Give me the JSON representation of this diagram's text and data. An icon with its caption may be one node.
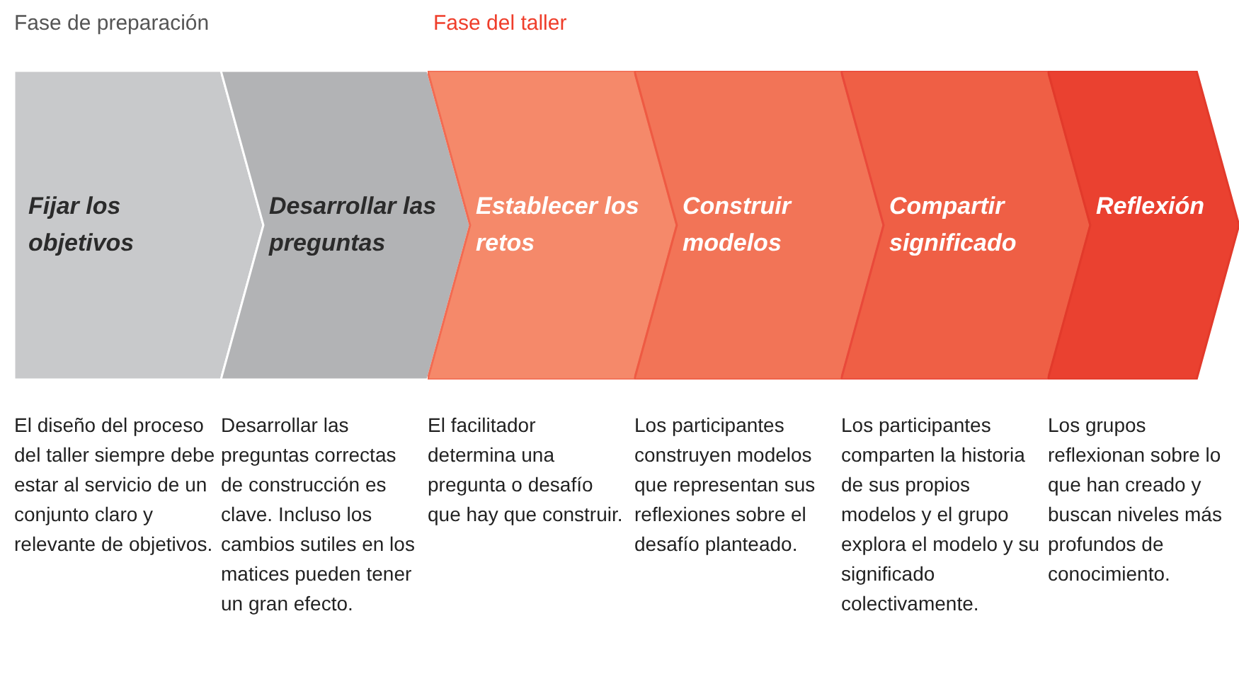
{
  "diagram": {
    "nodes": [
      {
        "text": [
          "Fijar los objetivos"
        ],
        "beside": [
          "El diseño del proceso del taller siempre debe estar al servicio de un conjunto claro y relevante de objetivos."
        ]
      },
      {
        "text": [
          "Desarrollar las preguntas"
        ],
        "beside": [
          "Desarrollar las preguntas correctas de construcción es clave. Incluso los cambios sutiles en los matices pueden tener un gran efecto."
        ]
      },
      {
        "text": [
          "Establecer los retos"
        ],
        "beside": [
          "El facilitador determina una pregunta o desafío que hay que construir."
        ]
      },
      {
        "text": [
          "Construir modelos"
        ],
        "beside": [
          "Los participantes construyen modelos que representan sus reflexiones sobre el desafío planteado."
        ]
      },
      {
        "text": [
          "Compartir significado"
        ],
        "beside": [
          "Los participantes comparten la historia de sus propios modelos y el grupo explora el modelo y su significado colectivamente."
        ]
      },
      {
        "text": [
          "Reflexión"
        ],
        "beside": [
          "Los grupos reflexionan sobre lo que han creado y buscan niveles más profundos de conocimiento."
        ]
      }
    ],
    "labels": [
      "Fase de preparación",
      "Fase del taller"
    ]
  }
}
